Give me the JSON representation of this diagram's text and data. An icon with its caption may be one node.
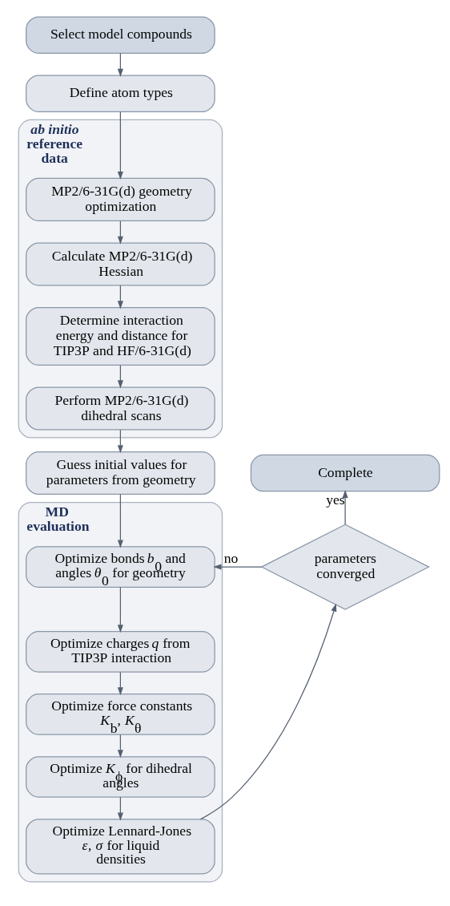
{
  "diagram": {
    "nodes": [
      {
        "text": [
          "Select model compounds"
        ]
      },
      {
        "text": [
          "Define atom types"
        ]
      },
      {
        "text": [
          "*ab initio* reference data"
        ]
      },
      {
        "text": [
          "MP2/6-31G(d) geometry optimization"
        ],
        "in": 2
      },
      {
        "text": [
          "Calculate MP2/6-31G(d) Hessian"
        ],
        "in": 2
      },
      {
        "text": [
          "Determine interaction energy and distance for TIP3P and HF/6-31G(d)"
        ],
        "in": 2
      },
      {
        "text": [
          "Perform MP2/6-31G(d) dihedral scans"
        ],
        "in": 2
      },
      {
        "text": [
          "Guess initial values for parameters from geometry"
        ]
      },
      {
        "text": [
          "MD evaluation"
        ]
      },
      {
        "text": [
          "Optimize bonds *b*$_{0}$ and angles *θ*$_{0}$ for geometry"
        ],
        "in": 8
      },
      {
        "text": [
          "Optimize charges *q* from TIP3P interaction"
        ],
        "in": 8
      },
      {
        "text": [
          "Optimize force constants *K*$_{b}$, *K*$_{θ}$"
        ],
        "in": 8
      },
      {
        "text": [
          "Optimize *K*$_{ϕ}$ for dihedral angles"
        ],
        "in": 8
      },
      {
        "text": [
          "Optimize Lennard-Jones *ε*, *σ* for liquid densities"
        ],
        "in": 8
      },
      {
        "text": [
          "parameters converged"
        ]
      },
      {
        "text": [
          "Complete"
        ]
      }
    ],
    "edges": [
      {
        "from": 0,
        "to": 1,
        "arrow": "to"
      },
      {
        "from": 1,
        "to": 3,
        "arrow": "to"
      },
      {
        "from": 3,
        "to": 4,
        "arrow": "to"
      },
      {
        "from": 4,
        "to": 5,
        "arrow": "to"
      },
      {
        "from": 5,
        "to": 6,
        "arrow": "to"
      },
      {
        "from": 6,
        "to": 7,
        "arrow": "to"
      },
      {
        "from": 7,
        "to": 9,
        "arrow": "to"
      },
      {
        "from": 9,
        "to": 10,
        "arrow": "to"
      },
      {
        "from": 10,
        "to": 11,
        "arrow": "to"
      },
      {
        "from": 11,
        "to": 12,
        "arrow": "to"
      },
      {
        "from": 12,
        "to": 13,
        "arrow": "to"
      },
      {
        "from": 13,
        "to": 14,
        "arrow": "to"
      },
      {
        "from": 14,
        "to": 9,
        "label": "no",
        "arrow": "to"
      },
      {
        "from": 14,
        "to": 15,
        "label": "yes",
        "arrow": "to"
      }
    ]
  }
}
